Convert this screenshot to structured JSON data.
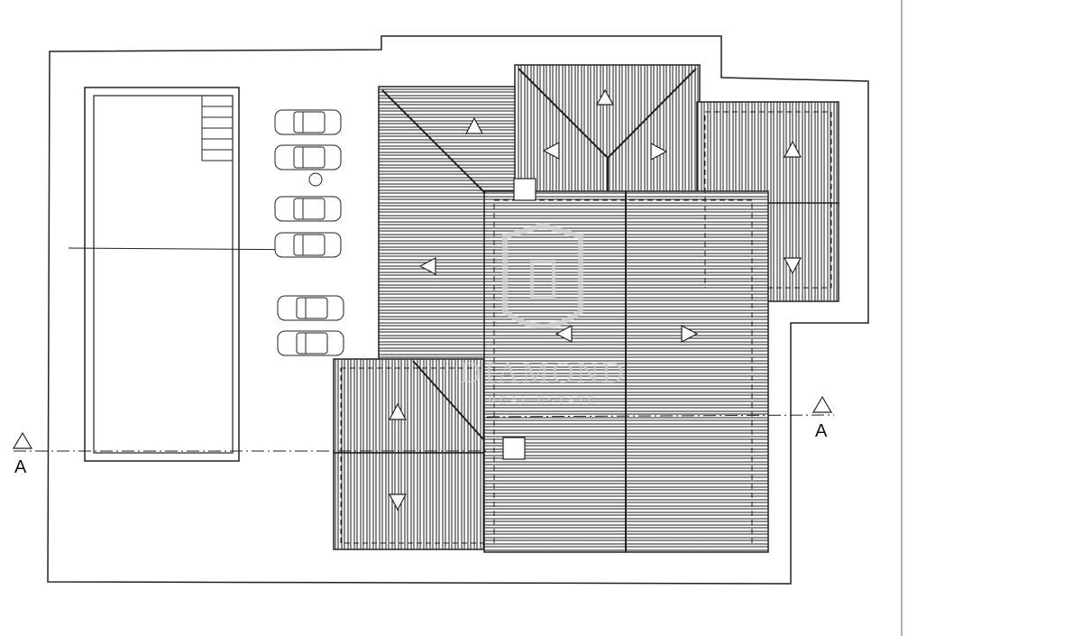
{
  "section_marker": {
    "left_label": "A",
    "right_label": "A"
  },
  "watermark": {
    "title": "DIAMOND",
    "subtitle": "REAL ESTATE",
    "color": "#cfcfcf"
  },
  "colors": {
    "line": "#222222",
    "paper": "#ffffff"
  }
}
